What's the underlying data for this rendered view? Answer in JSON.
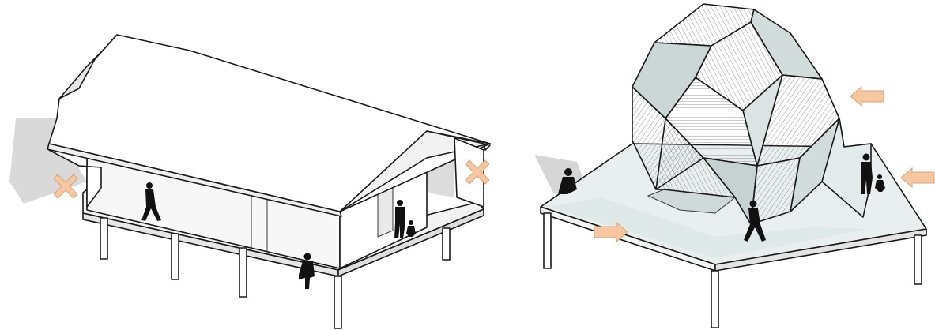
{
  "diagram": {
    "left_panel": {
      "subject": "conventional-gable-roof-pavilion",
      "markers": [
        {
          "kind": "cross",
          "icon": "x-cross-icon"
        },
        {
          "kind": "cross",
          "icon": "x-cross-icon"
        }
      ]
    },
    "right_panel": {
      "subject": "polyhedral-dome-pavilion",
      "markers": [
        {
          "kind": "arrow",
          "icon": "arrow-left-icon"
        },
        {
          "kind": "arrow",
          "icon": "arrow-left-icon"
        },
        {
          "kind": "arrow",
          "icon": "arrow-right-icon"
        }
      ]
    },
    "colors": {
      "marker": "#f6c7a0",
      "marker_stroke": "#d9a57c",
      "shadow": "#d9d9d9",
      "glass": "#dde8e7",
      "dome_face": "#c9d6d5",
      "line": "#1a1a1a"
    }
  }
}
